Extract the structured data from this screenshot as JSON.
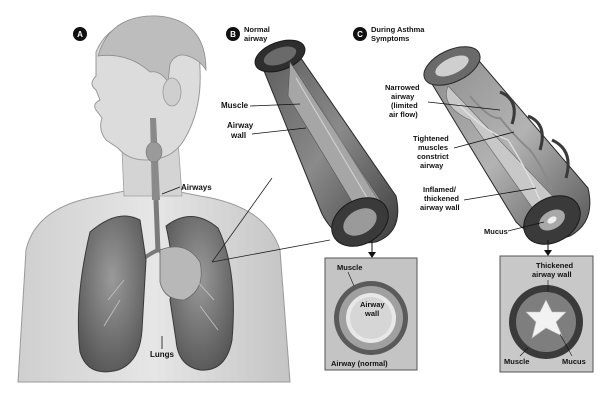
{
  "panels": {
    "a": {
      "letter": "A"
    },
    "b": {
      "letter": "B",
      "title_line1": "Normal",
      "title_line2": "airway"
    },
    "c": {
      "letter": "C",
      "title_line1": "During Asthma",
      "title_line2": "Symptoms"
    }
  },
  "labels": {
    "airways": "Airways",
    "lungs": "Lungs",
    "muscle_b": "Muscle",
    "airway_wall_b_1": "Airway",
    "airway_wall_b_2": "wall",
    "narrowed_1": "Narrowed",
    "narrowed_2": "airway",
    "narrowed_3": "(limited",
    "narrowed_4": "air flow)",
    "tightened_1": "Tightened",
    "tightened_2": "muscles",
    "tightened_3": "constrict",
    "tightened_4": "airway",
    "inflamed_1": "Inflamed/",
    "inflamed_2": "thickened",
    "inflamed_3": "airway wall",
    "mucus_c": "Mucus",
    "inset_b_muscle": "Muscle",
    "inset_b_wall_1": "Airway",
    "inset_b_wall_2": "wall",
    "inset_b_normal": "Airway (normal)",
    "inset_c_thick_1": "Thickened",
    "inset_c_thick_2": "airway wall",
    "inset_c_muscle": "Muscle",
    "inset_c_mucus": "Mucus"
  }
}
